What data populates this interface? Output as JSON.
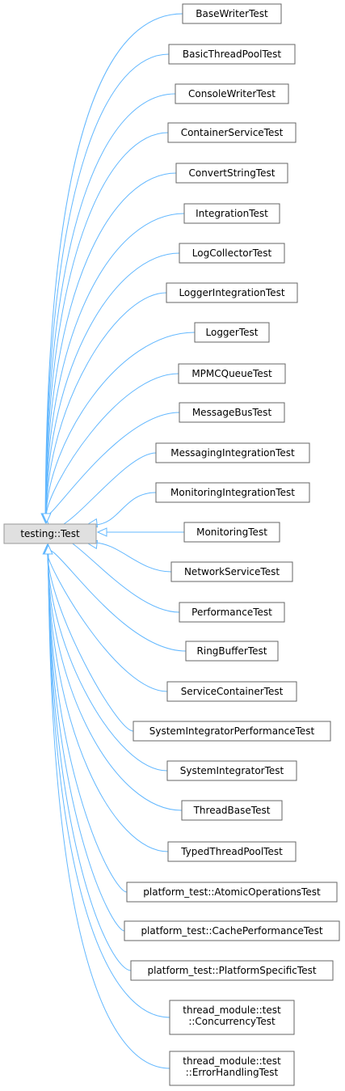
{
  "diagram": {
    "root": {
      "label": "testing::Test"
    },
    "children": [
      {
        "lines": [
          "BaseWriterTest"
        ]
      },
      {
        "lines": [
          "BasicThreadPoolTest"
        ]
      },
      {
        "lines": [
          "ConsoleWriterTest"
        ]
      },
      {
        "lines": [
          "ContainerServiceTest"
        ]
      },
      {
        "lines": [
          "ConvertStringTest"
        ]
      },
      {
        "lines": [
          "IntegrationTest"
        ]
      },
      {
        "lines": [
          "LogCollectorTest"
        ]
      },
      {
        "lines": [
          "LoggerIntegrationTest"
        ]
      },
      {
        "lines": [
          "LoggerTest"
        ]
      },
      {
        "lines": [
          "MPMCQueueTest"
        ]
      },
      {
        "lines": [
          "MessageBusTest"
        ]
      },
      {
        "lines": [
          "MessagingIntegrationTest"
        ]
      },
      {
        "lines": [
          "MonitoringIntegrationTest"
        ]
      },
      {
        "lines": [
          "MonitoringTest"
        ]
      },
      {
        "lines": [
          "NetworkServiceTest"
        ]
      },
      {
        "lines": [
          "PerformanceTest"
        ]
      },
      {
        "lines": [
          "RingBufferTest"
        ]
      },
      {
        "lines": [
          "ServiceContainerTest"
        ]
      },
      {
        "lines": [
          "SystemIntegratorPerformanceTest"
        ]
      },
      {
        "lines": [
          "SystemIntegratorTest"
        ]
      },
      {
        "lines": [
          "ThreadBaseTest"
        ]
      },
      {
        "lines": [
          "TypedThreadPoolTest"
        ]
      },
      {
        "lines": [
          "platform_test::AtomicOperationsTest"
        ]
      },
      {
        "lines": [
          "platform_test::CachePerformanceTest"
        ]
      },
      {
        "lines": [
          "platform_test::PlatformSpecificTest"
        ]
      },
      {
        "lines": [
          "thread_module::test",
          "::ConcurrencyTest"
        ]
      },
      {
        "lines": [
          "thread_module::test",
          "::ErrorHandlingTest"
        ]
      }
    ],
    "colors": {
      "edge": "#63b8ff",
      "root_fill": "#e0e0e0",
      "node_border": "#666666"
    }
  }
}
